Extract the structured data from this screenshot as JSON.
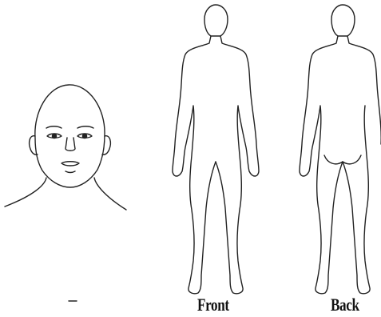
{
  "diagram": {
    "labels": {
      "front": "Front",
      "back": "Back"
    },
    "stroke_color": "#222222",
    "figures": [
      "head-outline",
      "body-front-outline",
      "body-back-outline"
    ]
  }
}
